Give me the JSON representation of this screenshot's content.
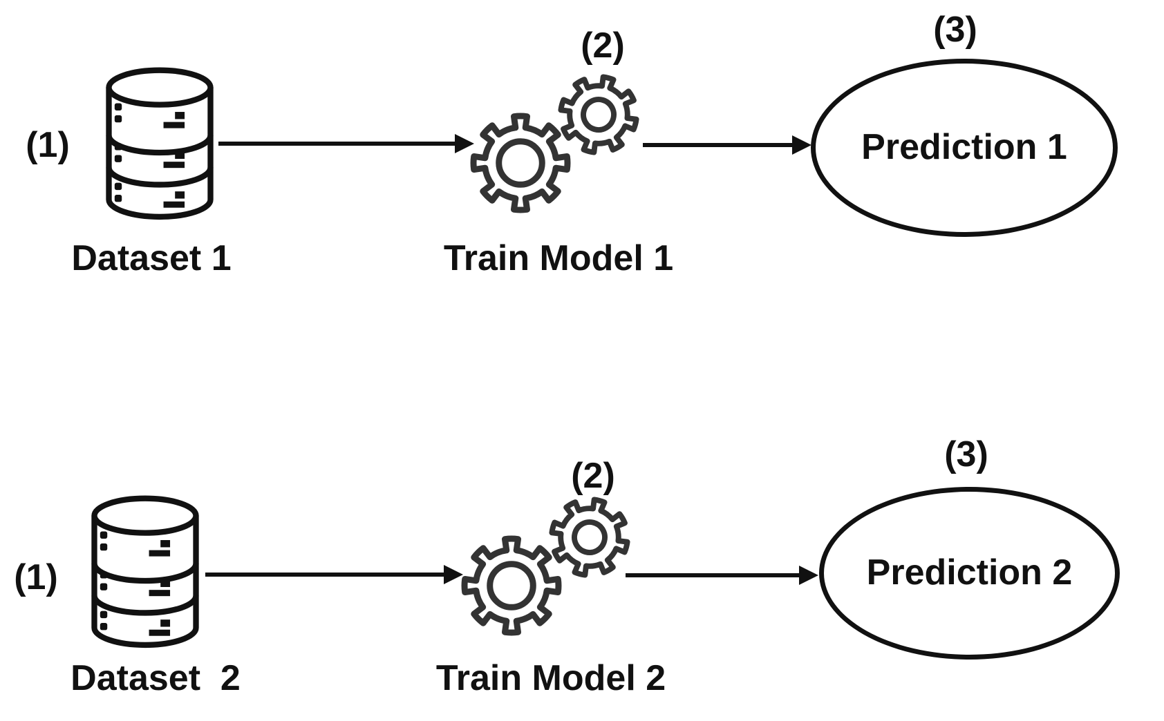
{
  "colors": {
    "ink": "#111111",
    "gear": "#333333",
    "bg": "#ffffff"
  },
  "icons": {
    "dataset": "database-icon",
    "train": "gears-icon",
    "prediction": "ellipse-node"
  },
  "rows": [
    {
      "num_dataset": "(1)",
      "num_train": "(2)",
      "num_prediction": "(3)",
      "dataset": "Dataset 1",
      "train": "Train Model 1",
      "prediction": "Prediction 1"
    },
    {
      "num_dataset": "(1)",
      "num_train": "(2)",
      "num_prediction": "(3)",
      "dataset": "Dataset  2",
      "train": "Train Model 2",
      "prediction": "Prediction 2"
    }
  ]
}
